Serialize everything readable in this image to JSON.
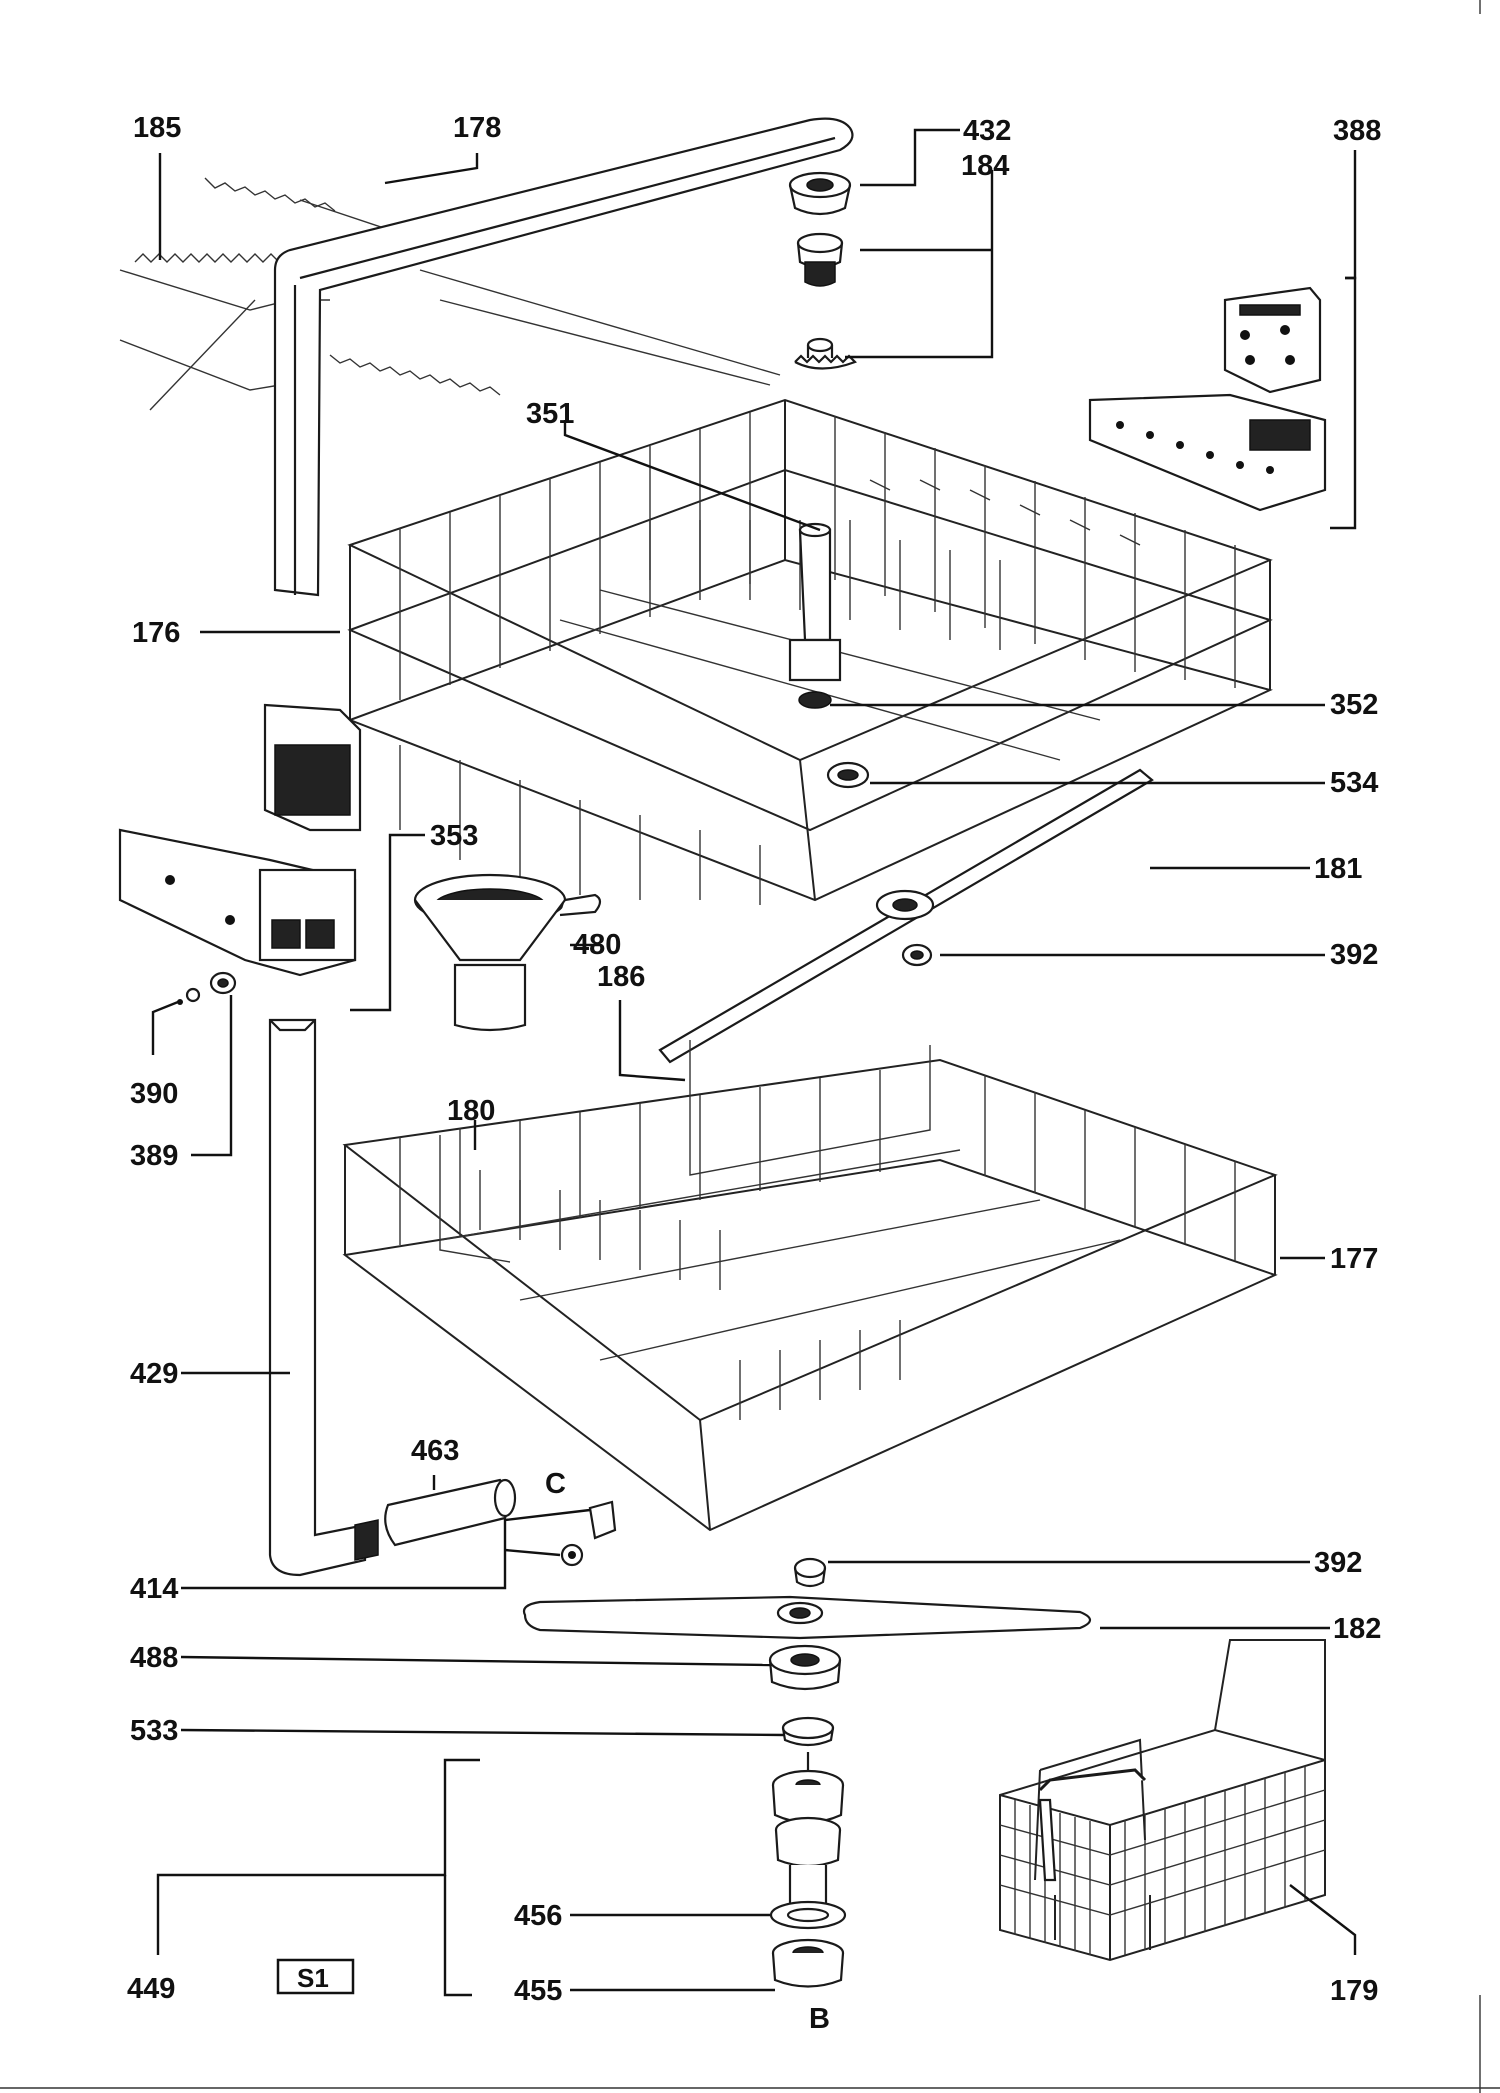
{
  "diagram": {
    "code_box": "S1",
    "labels": {
      "p185": "185",
      "p178": "178",
      "p432": "432",
      "p184": "184",
      "p388": "388",
      "p351": "351",
      "p176": "176",
      "p352": "352",
      "p534": "534",
      "p353": "353",
      "p181": "181",
      "p480": "480",
      "p186": "186",
      "p392a": "392",
      "p390": "390",
      "p389": "389",
      "p180": "180",
      "p177": "177",
      "p429": "429",
      "p463": "463",
      "pC": "C",
      "p414": "414",
      "p392b": "392",
      "p182": "182",
      "p488": "488",
      "p533": "533",
      "p456": "456",
      "p449": "449",
      "p455": "455",
      "pB": "B",
      "p179": "179"
    }
  }
}
